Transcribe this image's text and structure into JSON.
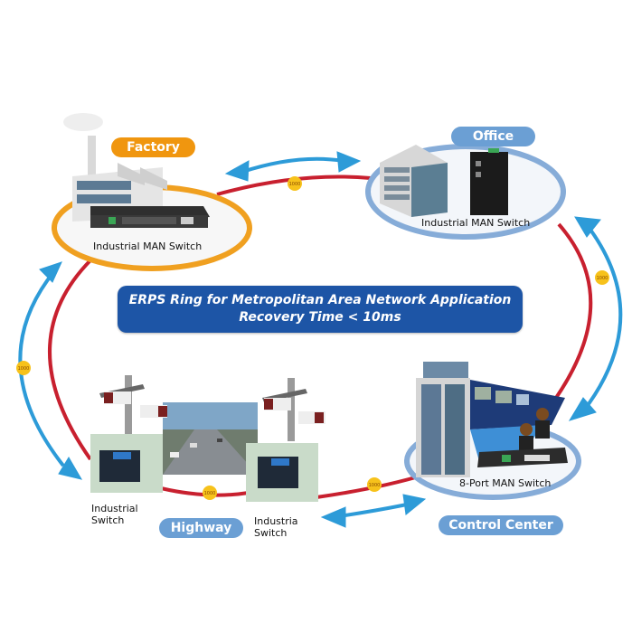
{
  "title_banner": {
    "line1": "ERPS Ring for Metropolitan Area Network Application",
    "line2": "Recovery Time < 10ms"
  },
  "nodes": {
    "factory": {
      "label": "Factory",
      "device": "Industrial MAN Switch",
      "color": "#f0960f"
    },
    "office": {
      "label": "Office",
      "device": "Industrial MAN Switch",
      "color": "#6b9fd4"
    },
    "highway": {
      "label": "Highway",
      "devices": [
        "Industrial Switch",
        "Industria Switch"
      ],
      "device_left_line1": "Industrial",
      "device_left_line2": "Switch",
      "device_right_line1": "Industria",
      "device_right_line2": "Switch",
      "color": "#6b9fd4"
    },
    "control_center": {
      "label": "Control Center",
      "device": "8-Port MAN Switch",
      "color": "#6b9fd4"
    }
  },
  "links": {
    "speed_label": "1000",
    "ring_color": "#c8202f",
    "badge_color": "#f7c21b",
    "arrow_color": "#2d9bd8"
  }
}
